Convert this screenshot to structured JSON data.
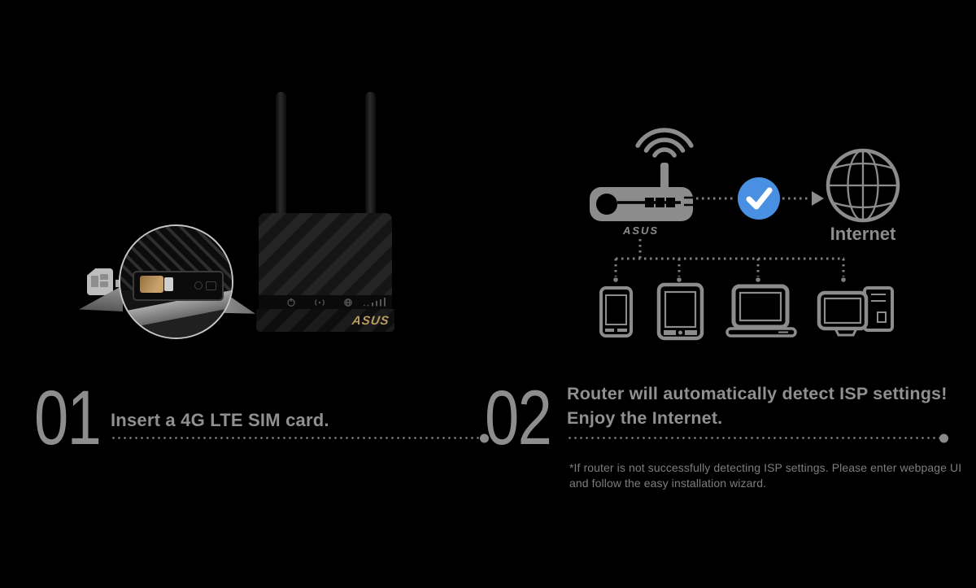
{
  "page": {
    "background": "#000000"
  },
  "colors": {
    "text_grey": "#909090",
    "footnote_grey": "#7d7d7d",
    "diagram_grey": "#8c8c8c",
    "accent_blue": "#4a90e2",
    "brand_gold": "#bb9c5e",
    "checkmark": "#ffffff"
  },
  "step1": {
    "number": "01",
    "title": "Insert a 4G LTE SIM card."
  },
  "step2": {
    "number": "02",
    "title_line1": "Router will automatically detect ISP settings!",
    "title_line2": "Enjoy the Internet.",
    "footnote_line1": "*If router is not successfully detecting ISP settings. Please enter webpage UI",
    "footnote_line2": "and follow the easy installation wizard."
  },
  "product": {
    "brand": "ASUS"
  },
  "diagram": {
    "router_brand": "ASUS",
    "internet_label": "Internet"
  },
  "icons": {
    "sim-card-icon": "sim card with notched corner and contact pads",
    "arrow-right-icon": "thick right-pointing insert arrow",
    "magnifier-callout": "circular zoom bubble showing SIM slot",
    "power-led-icon": "power symbol",
    "wifi-led-icon": "wifi waves",
    "wan-led-icon": "globe",
    "signal-led-icon": "ascending signal bars",
    "router-icon": "modem router with antenna",
    "wifi-signal-icon": "three wifi arcs",
    "check-badge-icon": "blue circle with white checkmark",
    "globe-icon": "wireframe globe",
    "smartphone-icon": "phone outline",
    "tablet-icon": "tablet outline",
    "laptop-icon": "laptop outline",
    "desktop-icon": "monitor with tower"
  }
}
